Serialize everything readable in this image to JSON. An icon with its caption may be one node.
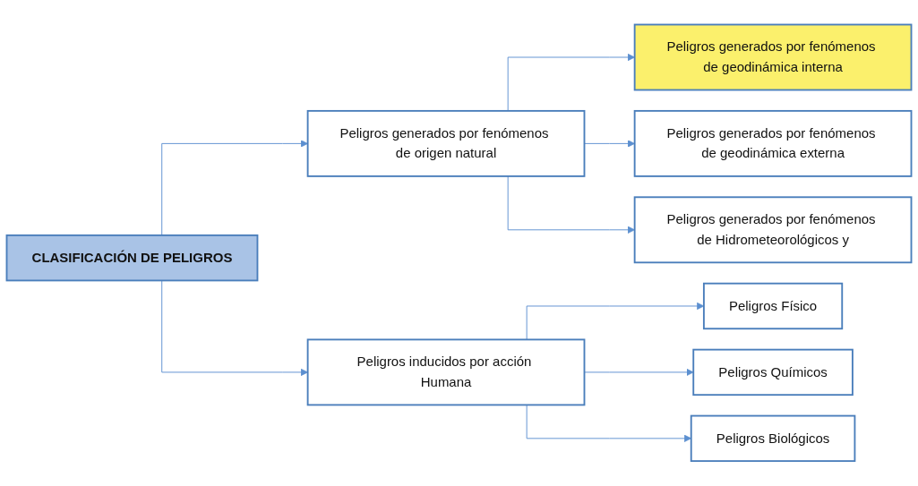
{
  "diagram": {
    "nodes": [
      {
        "text": [
          "CLASIFICACIÓN DE PELIGROS"
        ]
      },
      {
        "text": [
          "Peligros generados por fenómenos de origen natural"
        ]
      },
      {
        "text": [
          "Peligros inducidos por acción Humana"
        ]
      },
      {
        "text": [
          "Peligros generados por fenómenos de geodinámica interna"
        ]
      },
      {
        "text": [
          "Peligros generados por fenómenos de geodinámica externa"
        ]
      },
      {
        "text": [
          "Peligros generados por fenómenos de Hidrometeorológicos y"
        ]
      },
      {
        "text": [
          "Peligros Físico"
        ]
      },
      {
        "text": [
          "Peligros Químicos"
        ]
      },
      {
        "text": [
          "Peligros Biológicos"
        ]
      }
    ],
    "edges": [
      {
        "from": 0,
        "to": 1,
        "arrow": "to"
      },
      {
        "from": 0,
        "to": 2,
        "arrow": "to"
      },
      {
        "from": 1,
        "to": 3,
        "arrow": "to"
      },
      {
        "from": 1,
        "to": 4,
        "arrow": "to"
      },
      {
        "from": 1,
        "to": 5,
        "arrow": "to"
      },
      {
        "from": 2,
        "to": 6,
        "arrow": "to"
      },
      {
        "from": 2,
        "to": 7,
        "arrow": "to"
      },
      {
        "from": 2,
        "to": 8,
        "arrow": "to"
      }
    ]
  }
}
